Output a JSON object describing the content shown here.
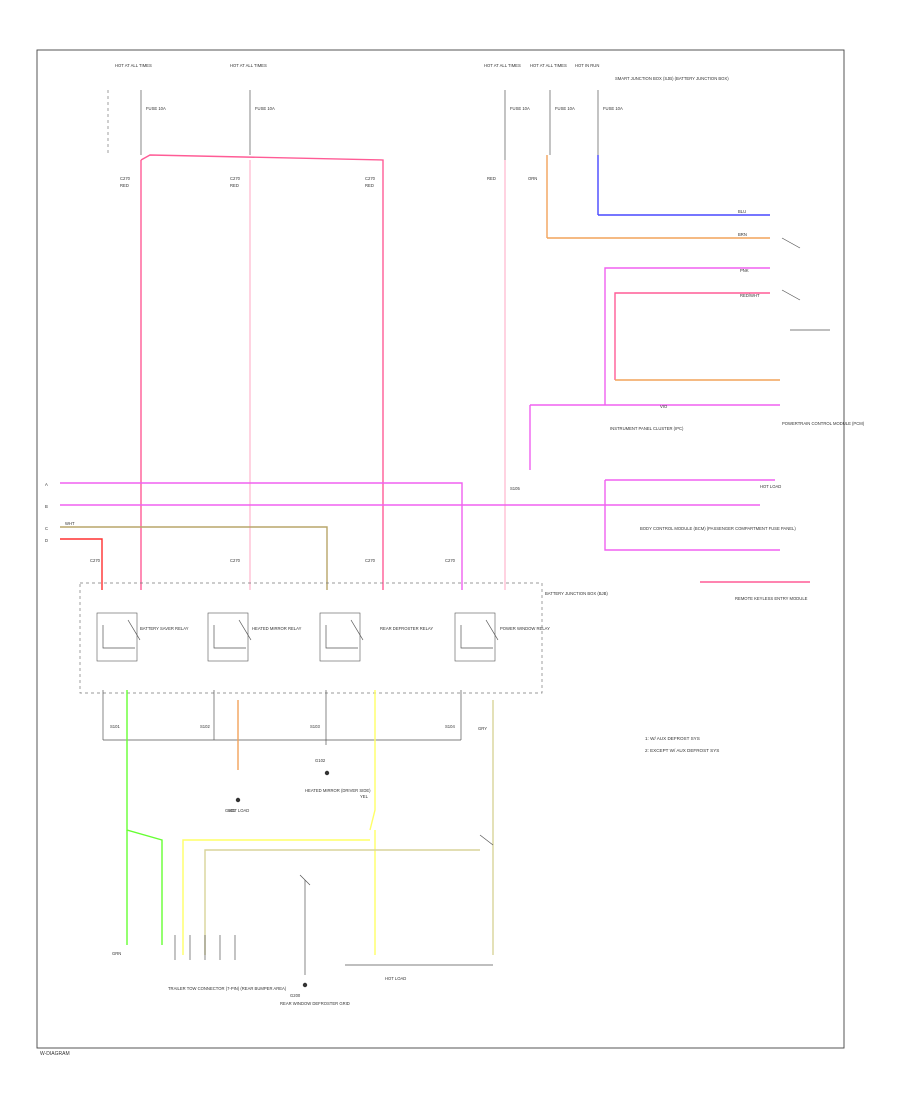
{
  "page_code": "W-DIAGRAM",
  "colors": {
    "pink": "#ff5c96",
    "light_pink": "#ffc0d4",
    "magenta": "#f060f0",
    "violet": "#cc66ff",
    "blue": "#4848ff",
    "orange": "#f2a35a",
    "tan": "#b8a66a",
    "yellow": "#ffff66",
    "khaki": "#d8d49a",
    "green": "#66ff33",
    "red": "#ff3030"
  },
  "top_feeds": [
    "HOT AT ALL TIMES",
    "HOT AT ALL TIMES",
    "HOT AT ALL TIMES",
    "HOT AT ALL TIMES",
    "HOT IN RUN"
  ],
  "fuses": [
    "FUSE 10A",
    "FUSE 10A",
    "FUSE 10A",
    "FUSE 10A",
    "FUSE 10A"
  ],
  "connector_labels": [
    "C270",
    "C270",
    "C270",
    "C270",
    "C270",
    "C270",
    "C270"
  ],
  "wire_codes": [
    "RED",
    "RED",
    "RED",
    "RED",
    "ORN",
    "BLU",
    "PNK",
    "WHT",
    "YEL",
    "GRN",
    "GRY",
    "BRN",
    "VIO",
    "RED/WHT"
  ],
  "relays": [
    "BATTERY SAVER RELAY",
    "HEATED MIRROR RELAY",
    "REAR DEFROSTER RELAY",
    "POWER WINDOW RELAY"
  ],
  "modules": {
    "top_right": "SMART JUNCTION BOX (SJB) (BATTERY JUNCTION BOX)",
    "fuse_box": "BATTERY JUNCTION BOX (BJB)",
    "mid_right_a": "POWERTRAIN CONTROL MODULE (PCM)",
    "mid_right_b": "BODY CONTROL MODULE (BCM) (PASSENGER COMPARTMENT FUSE PANEL)",
    "center_right": "INSTRUMENT PANEL CLUSTER (IPC)",
    "lower_right": "REMOTE KEYLESS ENTRY MODULE",
    "bottom_left": "TRAILER TOW CONNECTOR (7-PIN) (REAR BUMPER AREA)",
    "bottom_mid": "REAR WINDOW DEFROSTER GRID",
    "center_mid": "HEATED MIRROR (DRIVER SIDE)"
  },
  "splices": [
    "S101",
    "S102",
    "S103",
    "S104",
    "S105"
  ],
  "grounds": [
    "G101",
    "G102",
    "G200"
  ],
  "hot_labels": [
    "HOT LOAD",
    "HOT LOAD",
    "HOT LOAD"
  ],
  "side_refs": [
    "A",
    "B",
    "C",
    "D"
  ],
  "notes": [
    "1: W/ AUX DEFROST SYS",
    "2: EXCEPT W/ AUX DEFROST SYS"
  ]
}
